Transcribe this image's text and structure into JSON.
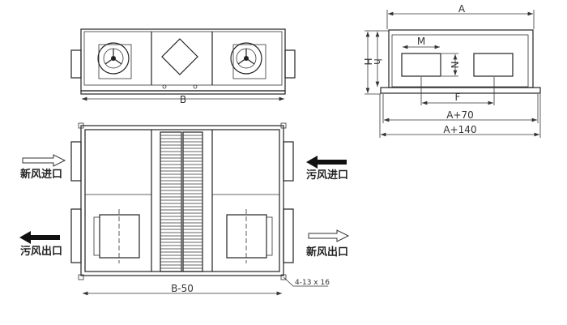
{
  "labels": {
    "A": "A",
    "H": "H",
    "h": "h",
    "M": "M",
    "N": "N",
    "F": "F",
    "A70": "A+70",
    "A140": "A+140",
    "B": "B",
    "B50": "B-50",
    "holes": "4-13 x 16"
  },
  "ports": {
    "fresh_in": "新风进口",
    "exhaust_in": "污风进口",
    "exhaust_out": "污风出口",
    "fresh_out": "新风出口"
  }
}
